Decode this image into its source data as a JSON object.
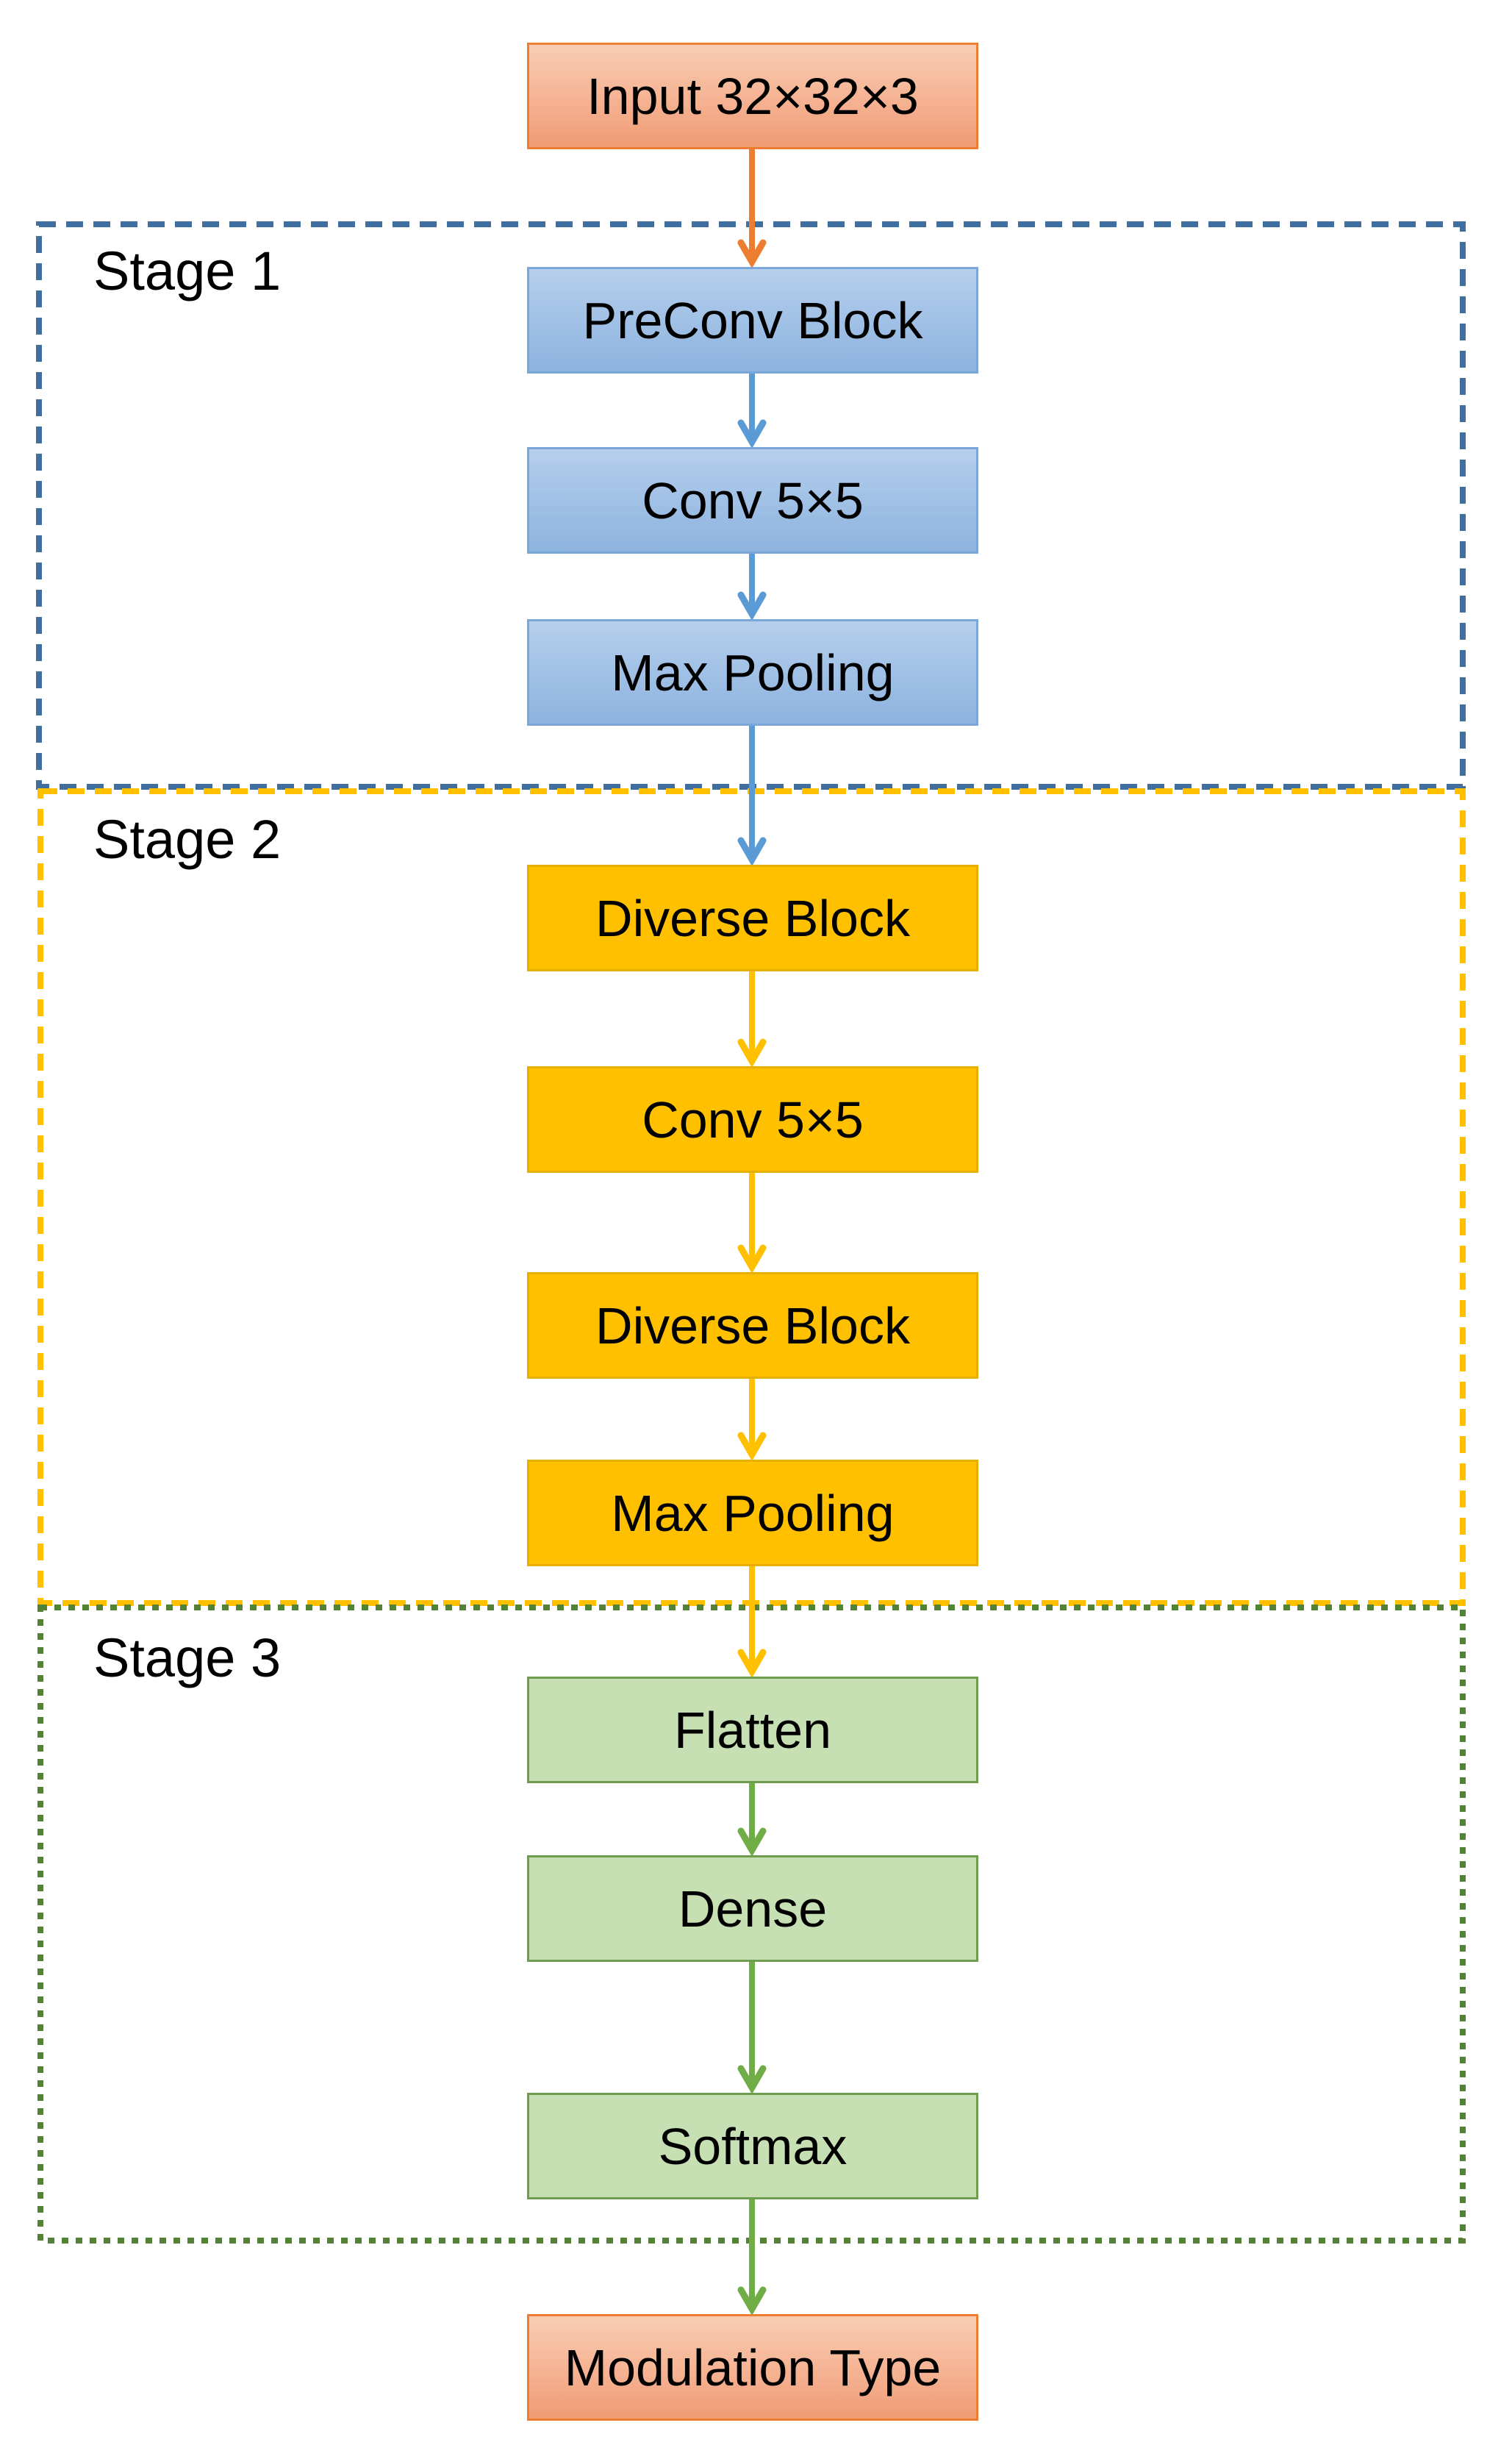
{
  "diagram": {
    "title_hint": "CNN architecture flow diagram",
    "input": {
      "label": "Input 32×32×3"
    },
    "stages": [
      {
        "name": "Stage 1",
        "blocks": [
          "PreConv Block",
          "Conv 5×5",
          "Max Pooling"
        ]
      },
      {
        "name": "Stage 2",
        "blocks": [
          "Diverse Block",
          "Conv 5×5",
          "Diverse Block",
          "Max Pooling"
        ]
      },
      {
        "name": "Stage 3",
        "blocks": [
          "Flatten",
          "Dense",
          "Softmax"
        ]
      }
    ],
    "output": {
      "label": "Modulation Type"
    },
    "colors": {
      "input_output_fill_top": "#f9cdb4",
      "input_output_fill_bottom": "#f09b75",
      "input_output_border": "#ED7D31",
      "stage1_block_fill_top": "#b6cfeb",
      "stage1_block_fill_bottom": "#8db3df",
      "stage1_block_border": "#7aa7d7",
      "stage1_dash_border": "#406e9f",
      "stage2_block_fill": "#FFC000",
      "stage2_dash_border": "#FFC000",
      "stage3_block_fill": "#C6E0B4",
      "stage3_dot_border": "#548235",
      "arrow_orange": "#ED7D31",
      "arrow_blue": "#5B9BD5",
      "arrow_yellow": "#FFC000",
      "arrow_green": "#70AD47",
      "text": "#000000"
    }
  }
}
